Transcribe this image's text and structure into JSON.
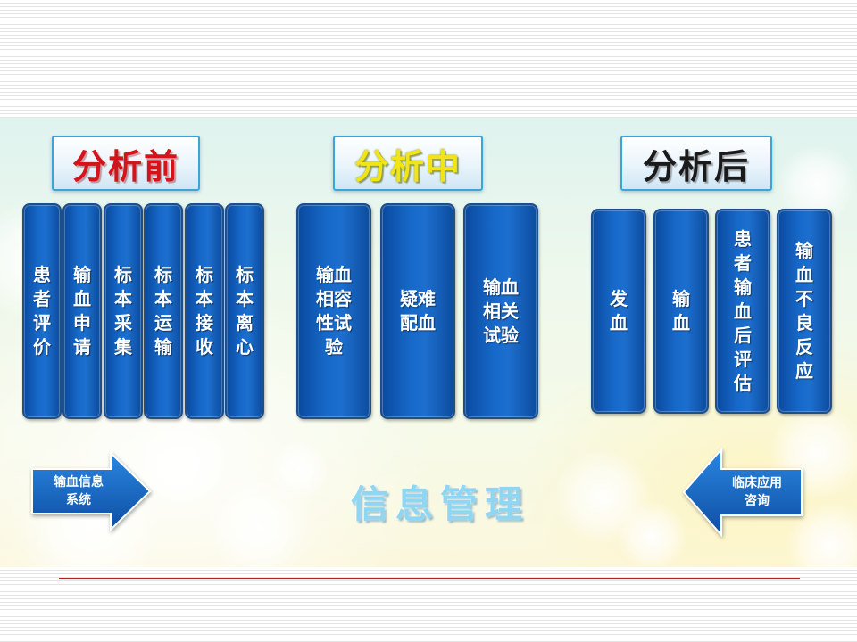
{
  "colors": {
    "column_fill": "#1769c9",
    "column_border": "#1e4f8a",
    "arrow_fill": "#1565c0",
    "title_border": "#3aa6d8",
    "red_title": "#d4141a",
    "yellow_title": "#f3e417",
    "center_title": "#8fd6f2",
    "divider_line": "#b22222"
  },
  "stages": [
    {
      "title": "分析前",
      "title_color": "red",
      "columns": [
        "患者评价",
        "输血申请",
        "标本采集",
        "标本运输",
        "标本接收",
        "标本离心"
      ]
    },
    {
      "title": "分析中",
      "title_color": "yellow",
      "columns": [
        "输血\n相容\n性试\n验",
        "疑难\n配血",
        "输血\n相关\n试验"
      ]
    },
    {
      "title": "分析后",
      "title_color": "black",
      "columns": [
        "发\n血",
        "输\n血",
        "患者输血后评估",
        "输血不良反应"
      ]
    }
  ],
  "arrows": {
    "left": {
      "label": "输血信息\n系统",
      "direction": "right"
    },
    "right": {
      "label": "临床应用\n咨询",
      "direction": "left"
    }
  },
  "center_title": "信息管理"
}
